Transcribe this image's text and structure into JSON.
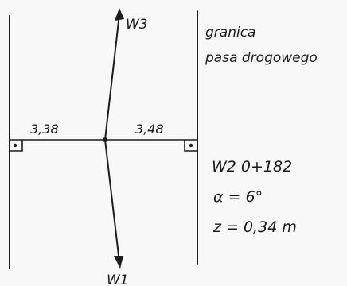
{
  "diagram": {
    "labels": {
      "top_point": "W3",
      "bottom_point": "W1",
      "boundary_line1": "granica",
      "boundary_line2": "pasa drogowego",
      "left_offset": "3,38",
      "right_offset": "3,48"
    },
    "info": {
      "line1": "W2  0+182",
      "line2": "α = 6°",
      "line3": "z = 0,34 m"
    }
  }
}
